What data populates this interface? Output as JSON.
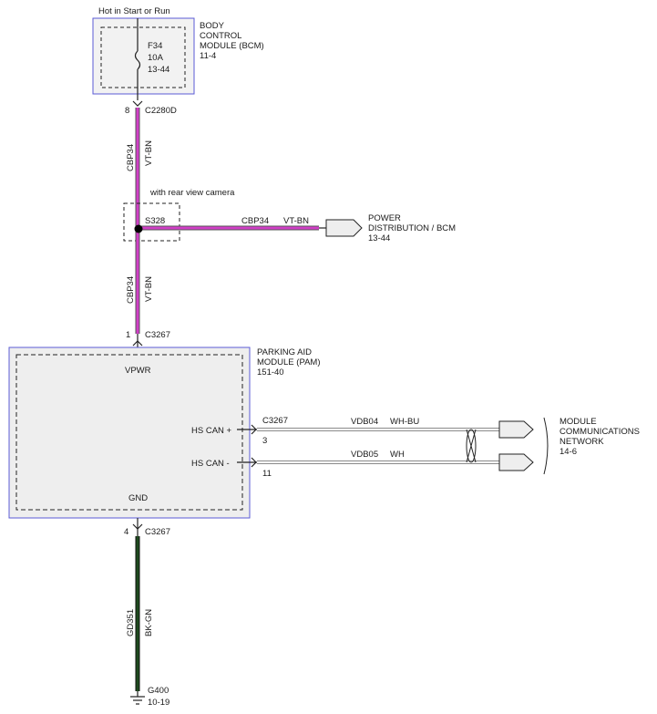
{
  "top_label": "Hot in Start or Run",
  "bcm": {
    "title": [
      "BODY",
      "CONTROL",
      "MODULE (BCM)",
      "11-4"
    ],
    "fuse": [
      "F34",
      "10A",
      "13-44"
    ]
  },
  "c2280d": {
    "pin": "8",
    "name": "C2280D"
  },
  "wire_upper": {
    "circuit": "CBP34",
    "color": "VT-BN"
  },
  "splice_note": "with rear view camera",
  "splice": "S328",
  "branch": {
    "circuit": "CBP34",
    "color": "VT-BN",
    "dest": [
      "POWER",
      "DISTRIBUTION / BCM",
      "13-44"
    ]
  },
  "wire_mid": {
    "circuit": "CBP34",
    "color": "VT-BN"
  },
  "c3267_top": {
    "pin": "1",
    "name": "C3267"
  },
  "pam": {
    "title": [
      "PARKING AID",
      "MODULE (PAM)",
      "151-40"
    ],
    "vpwr": "VPWR",
    "gnd": "GND",
    "hs_can_plus": "HS CAN +",
    "hs_can_minus": "HS CAN -"
  },
  "can_plus": {
    "connector": "C3267",
    "pin": "3",
    "circuit": "VDB04",
    "color": "WH-BU"
  },
  "can_minus": {
    "pin": "11",
    "circuit": "VDB05",
    "color": "WH"
  },
  "network": [
    "MODULE",
    "COMMUNICATIONS",
    "NETWORK",
    "14-6"
  ],
  "c3267_bottom": {
    "pin": "4",
    "name": "C3267"
  },
  "ground_wire": {
    "circuit": "GD351",
    "color": "BK-GN"
  },
  "ground": {
    "name": "G400",
    "ref": "10-19"
  },
  "colors": {
    "power_wire": "#d13fc7",
    "ground_wire": "#1f4a1f",
    "module_fill": "#eeeeee",
    "module_border": "#5b5bd6",
    "can_wire": "#8a8a8a"
  }
}
